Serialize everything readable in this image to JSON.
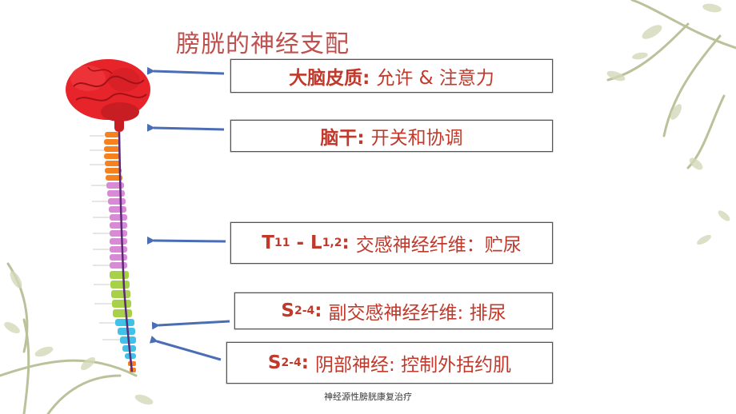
{
  "title": "膀胱的神经支配",
  "labels": {
    "cortex": {
      "bold": "大脑皮质:",
      "text": "允许 & 注意力"
    },
    "brainstem": {
      "bold": "脑干:",
      "text": "开关和协调"
    },
    "sympathetic": {
      "t_letter": "T",
      "t_sub": "11",
      "dash": " - ",
      "l_letter": "L",
      "l_sub": "1,2",
      "colon": ":",
      "text": "交感神经纤维：贮尿"
    },
    "parasympathetic": {
      "s_letter": "S",
      "s_sub": "2-4",
      "colon": ":",
      "text": "副交感神经纤维: 排尿"
    },
    "pudendal": {
      "s_letter": "S",
      "s_sub": "2-4",
      "colon": ":",
      "text": "阴部神经: 控制外括约肌"
    }
  },
  "footer": "神经源性膀胱康复治疗",
  "colors": {
    "title": "#c0504d",
    "label_text": "#c0392b",
    "arrow": "#4a6db5",
    "brain": "#e8242b",
    "cervical": "#f5821f",
    "thoracic": "#d98ad6",
    "lumbar": "#a8d14a",
    "sacral": "#3fc1e8",
    "decoration": "#c9cfa8"
  }
}
